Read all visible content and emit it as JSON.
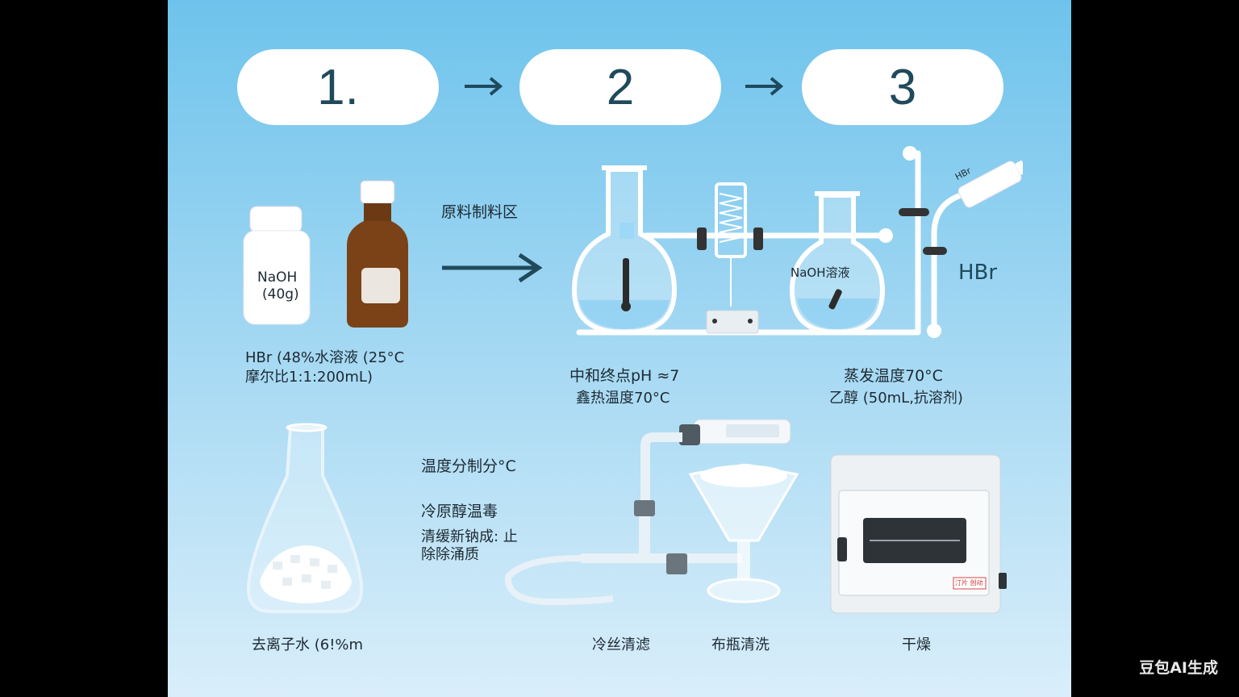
{
  "steps": [
    "1.",
    "2",
    "3"
  ],
  "labels": {
    "naoh_bottle": "NaOH",
    "naoh_amount": "(40g)",
    "raw_material_zone": "原料制料区",
    "flask_solution": "NaOH溶液",
    "hbr_tube": "HBr",
    "hbr_side": "HBr",
    "hbr_line1": "HBr (48%水溶液      (25°C",
    "hbr_line2": "摩尔比1:1:200mL)",
    "neutral_line1": "中和终点pH ≈7",
    "neutral_line2": "鑫热温度70°C",
    "evap_line1": "蒸发温度70°C",
    "evap_line2": "乙醇 (50mL,抗溶剂)",
    "temp_control": "温度分制分°C",
    "cold_alcohol": "冷原醇温毒",
    "wash_line1": "清缓新钠成: 止",
    "wash_line2": "除除涌质",
    "di_water": "去离子水 (6!%m",
    "cold_filter": "冷丝清滤",
    "cloth_wash": "布瓶清洗",
    "dry": "干燥",
    "oven_label": "汀片 创动"
  },
  "watermark": "豆包AI生成",
  "colors": {
    "accent": "#1f4a5c",
    "background_top": "#6ec3ec",
    "background_bottom": "#d9eefa"
  }
}
